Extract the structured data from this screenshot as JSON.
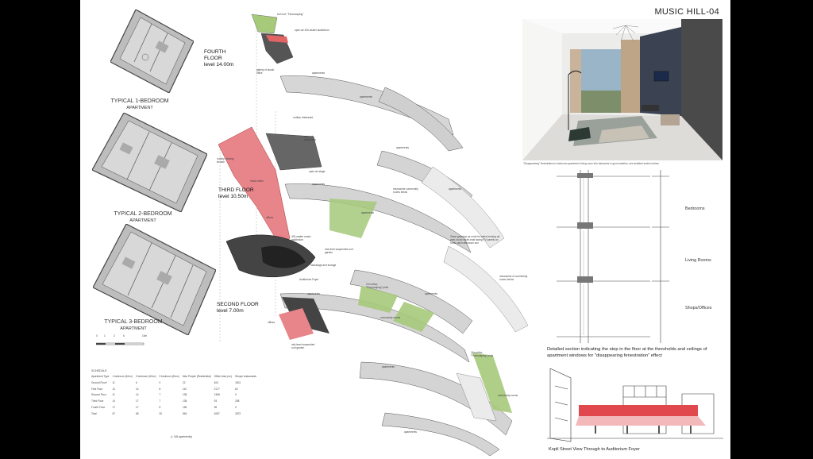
{
  "sheet": {
    "title": "MUSIC HILL-04"
  },
  "apartments": [
    {
      "label_line1": "TYPICAL 1-BEDROOM",
      "label_line2": "APARTMENT"
    },
    {
      "label_line1": "TYPICAL 2-BEDROOM",
      "label_line2": "APARTMENT"
    },
    {
      "label_line1": "TYPICAL 3-BEDROOM",
      "label_line2": "APARTMENT"
    }
  ],
  "floors": [
    {
      "name": "FOURTH",
      "name2": "FLOOR",
      "level": "level 14.00m"
    },
    {
      "name": "THIRD FLOOR",
      "level": "level 10.50m"
    },
    {
      "name": "SECOND FLOOR",
      "level": "level 7.00m"
    }
  ],
  "annotations": {
    "a1": "turf roof, \"Floorscaping\"",
    "a2": "open-air 400-seater auditorium",
    "a3": "gallery of studio office",
    "a4": "apartments",
    "a5": "apartments",
    "a6": "rooftop restaurant",
    "a7": "open-air auditorium",
    "a8": "rooftop viewing terrace",
    "a9": "open-air stage",
    "a10": "music office",
    "a11": "apartments",
    "a12": "apartments",
    "a13": "mezzanine community rooms below",
    "a14": "apartments",
    "a15": "apartments",
    "a16": "offices",
    "a17": "400-seater music auditorium",
    "a18": "mid-level suspended roof garden",
    "a19": "backstage and storage",
    "a20": "Auditorium Foyer",
    "a21": "Glass gazebos as roofs for cafes forming all-year-round south-east facing PV panels on roofs catch afternoon sun",
    "a22": "apartments",
    "a23": "15 rooftop \"Floorscaping\" plots",
    "a24": "community rooms",
    "a25": "mezzanine of community rooms below",
    "a26": "apartments",
    "a27": "offices",
    "a28": "mid-level suspended roof garden",
    "a29": "16 rooftop \"Floorscaping\" plots",
    "a30": "apartments",
    "a31": "community rooms",
    "a32": "apartments"
  },
  "photo": {
    "caption": "\"Disappearing\" fenestration in bedroom apartment: living room into balconies in good weather, see detailed section below"
  },
  "section": {
    "labels": [
      "Bedrooms",
      "Living Rooms",
      "Shops/Offices"
    ],
    "caption": "Detailed section indicating the step in the floor at the thresholds and ceilings of apartment windows for \"disappearing  fenestration\" effect"
  },
  "street_view": {
    "caption": "Kopli Street View Through to Auditorium Foyer"
  },
  "scale_bar": {
    "labels": [
      "0",
      "1",
      "2",
      "5",
      "10m"
    ]
  },
  "schedule": {
    "title": "SCHEDULE",
    "headers": [
      "Apartment Type",
      "1 bedroom (40m²)",
      "2 bedroom (60m²)",
      "3 bedroom (81m²)",
      "Max People (Residential)",
      "Office Area (m²)",
      "Shops/ restaurants"
    ],
    "rows": [
      [
        "Ground Floor*",
        "11",
        "6",
        "0",
        "22",
        "404",
        "1501"
      ],
      [
        "First Floor",
        "14",
        "14",
        "8",
        "110",
        "2177",
        "62"
      ],
      [
        "Second Floor",
        "11",
        "14",
        "7",
        "138",
        "1368",
        "0"
      ],
      [
        "Third Floor",
        "14",
        "17",
        "7",
        "138",
        "93",
        "298"
      ],
      [
        "Fourth Floor",
        "17",
        "17",
        "8",
        "156",
        "96",
        "0"
      ],
      [
        "Total",
        "67",
        "68",
        "30",
        "564",
        "4087",
        "2872"
      ]
    ],
    "note": "(= 165 apartments)"
  }
}
